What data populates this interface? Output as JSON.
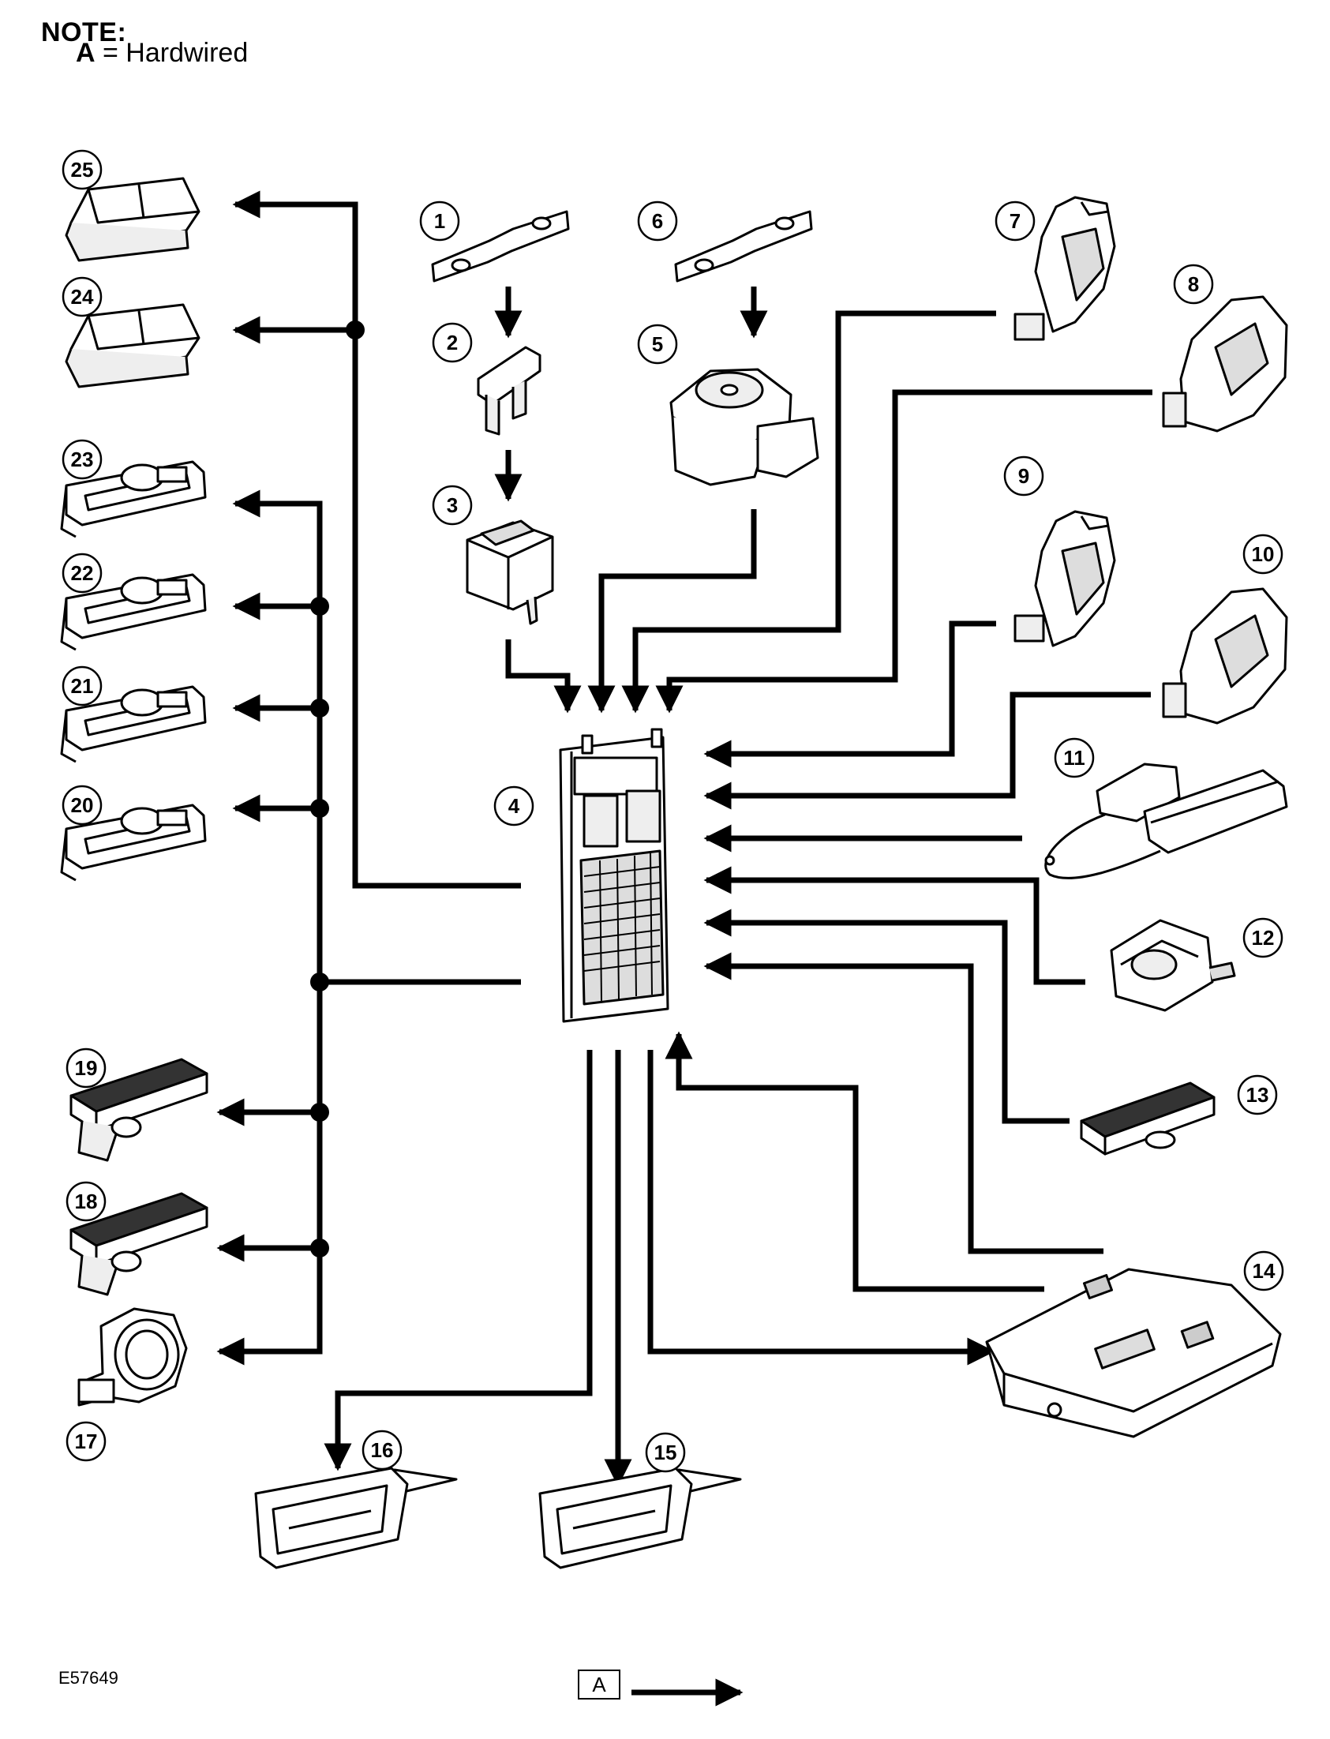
{
  "note": {
    "title": "NOTE:",
    "key": "A",
    "text": " = Hardwired"
  },
  "figure_id": "E57649",
  "legend": {
    "label": "A"
  },
  "components": [
    {
      "id": "c1",
      "label": "1"
    },
    {
      "id": "c2",
      "label": "2"
    },
    {
      "id": "c3",
      "label": "3"
    },
    {
      "id": "c4",
      "label": "4"
    },
    {
      "id": "c5",
      "label": "5"
    },
    {
      "id": "c6",
      "label": "6"
    },
    {
      "id": "c7",
      "label": "7"
    },
    {
      "id": "c8",
      "label": "8"
    },
    {
      "id": "c9",
      "label": "9"
    },
    {
      "id": "c10",
      "label": "10"
    },
    {
      "id": "c11",
      "label": "11"
    },
    {
      "id": "c12",
      "label": "12"
    },
    {
      "id": "c13",
      "label": "13"
    },
    {
      "id": "c14",
      "label": "14"
    },
    {
      "id": "c15",
      "label": "15"
    },
    {
      "id": "c16",
      "label": "16"
    },
    {
      "id": "c17",
      "label": "17"
    },
    {
      "id": "c18",
      "label": "18"
    },
    {
      "id": "c19",
      "label": "19"
    },
    {
      "id": "c20",
      "label": "20"
    },
    {
      "id": "c21",
      "label": "21"
    },
    {
      "id": "c22",
      "label": "22"
    },
    {
      "id": "c23",
      "label": "23"
    },
    {
      "id": "c24",
      "label": "24"
    },
    {
      "id": "c25",
      "label": "25"
    }
  ]
}
